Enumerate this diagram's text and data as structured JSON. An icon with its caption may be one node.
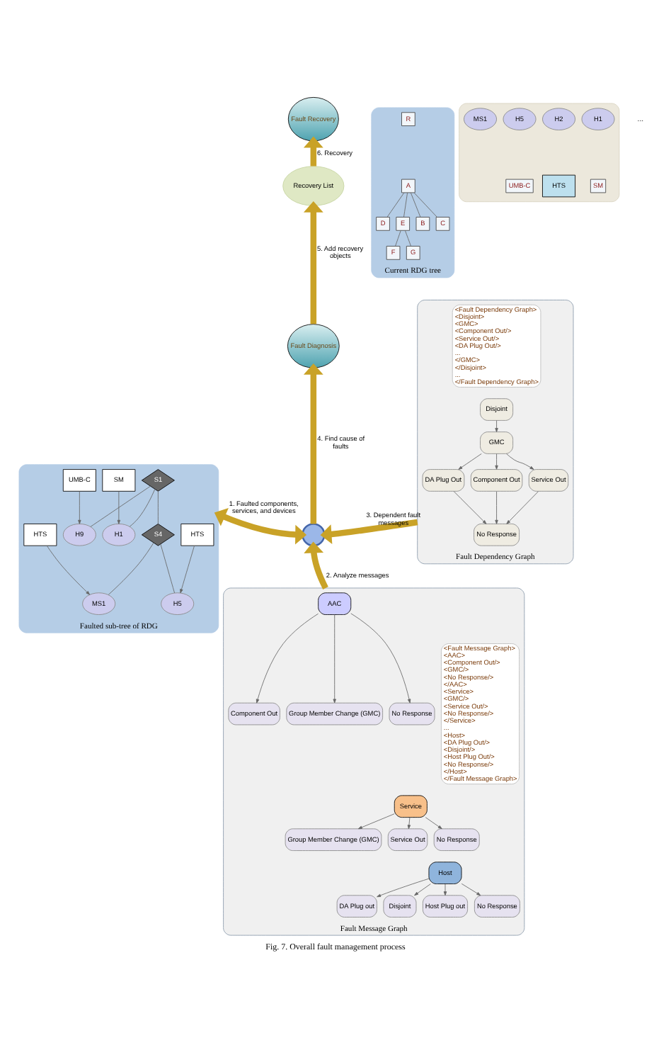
{
  "diagram": {
    "caption": "Fig. 7. Overall fault management process",
    "nodes": [
      {
        "text": [
          "Fault Recovery"
        ]
      },
      {
        "text": [
          "Current RDG tree"
        ]
      },
      {
        "text": [
          "R"
        ],
        "in": 1
      },
      {
        "text": [
          "A"
        ],
        "in": 1
      },
      {
        "text": [
          "B"
        ],
        "in": 1
      },
      {
        "text": [
          "C"
        ],
        "in": 1
      },
      {
        "text": [
          "D"
        ],
        "in": 1
      },
      {
        "text": [
          "E"
        ],
        "in": 1
      },
      {
        "text": [
          "F"
        ],
        "in": 1
      },
      {
        "text": [
          "G"
        ],
        "in": 1
      },
      {
        "text": [
          "Recovery List"
        ]
      },
      {
        "text": [],
        "shape": "box"
      },
      {
        "text": [
          "H1"
        ],
        "in": 11
      },
      {
        "text": [
          "H2"
        ],
        "in": 11
      },
      {
        "text": [
          "H5"
        ],
        "in": 11
      },
      {
        "text": [
          "MS1"
        ],
        "in": 11
      },
      {
        "text": [
          "SM"
        ],
        "in": 11
      },
      {
        "text": [
          "HTS"
        ],
        "in": 11
      },
      {
        "text": [
          "UMB-C"
        ],
        "in": 11
      },
      {
        "text": [
          "Fault Diagnosis"
        ]
      },
      {
        "text": [
          "Faulted sub-tree of RDG"
        ]
      },
      {
        "text": [
          "S1"
        ],
        "in": 20
      },
      {
        "text": [
          "H1"
        ],
        "in": 20
      },
      {
        "text": [
          "H9"
        ],
        "in": 20
      },
      {
        "text": [
          "S4"
        ],
        "in": 20
      },
      {
        "text": [
          "SM"
        ],
        "in": 20
      },
      {
        "text": [
          "UMB-C"
        ],
        "in": 20
      },
      {
        "text": [
          "H5"
        ],
        "in": 20
      },
      {
        "text": [
          "MS1"
        ],
        "in": 20
      },
      {
        "text": [
          "HTS"
        ],
        "in": 20
      },
      {
        "text": [
          "HTS"
        ],
        "in": 20
      },
      {
        "text": [],
        "shape": "magnifier"
      },
      {
        "text": [
          "Fault Dependency Graph"
        ]
      },
      {
        "text": [
          "<Fault Dependency Graph>",
          "<Disjoint>",
          "<GMC>",
          "<Component Out/>",
          "<Service Out/>",
          "<DA Plug Out/>",
          "...",
          "</GMC>",
          "</Disjoint>",
          "...",
          "</Fault Dependency Graph>"
        ],
        "in": 32
      },
      {
        "text": [
          "Disjoint"
        ],
        "in": 32
      },
      {
        "text": [
          "GMC"
        ],
        "in": 32
      },
      {
        "text": [
          "Component Out"
        ],
        "in": 32
      },
      {
        "text": [
          "Service Out"
        ],
        "in": 32
      },
      {
        "text": [
          "DA Plug Out"
        ],
        "in": 32
      },
      {
        "text": [
          "No Response"
        ],
        "in": 32
      },
      {
        "text": [
          "Fault Message Graph"
        ]
      },
      {
        "text": [
          "AAC"
        ],
        "in": 40
      },
      {
        "text": [
          "Component Out"
        ],
        "in": 40
      },
      {
        "text": [
          "Group Member Change (GMC)"
        ],
        "in": 40
      },
      {
        "text": [
          "No Response"
        ],
        "in": 40
      },
      {
        "text": [
          "Service"
        ],
        "in": 40
      },
      {
        "text": [
          "Group Member Change (GMC)"
        ],
        "in": 40
      },
      {
        "text": [
          "Service Out"
        ],
        "in": 40
      },
      {
        "text": [
          "No Response"
        ],
        "in": 40
      },
      {
        "text": [
          "Host"
        ],
        "in": 40
      },
      {
        "text": [
          "DA Plug out"
        ],
        "in": 40
      },
      {
        "text": [
          "Disjoint"
        ],
        "in": 40
      },
      {
        "text": [
          "Host Plug out"
        ],
        "in": 40
      },
      {
        "text": [
          "No Response"
        ],
        "in": 40
      },
      {
        "text": [
          "<Fault Message Graph>",
          "<AAC>",
          "<Component Out/>",
          "<GMC/>",
          "<No Response/>",
          "</AAC>",
          "<Service>",
          "<GMC/>",
          "<Service Out/>",
          "<No Response/>",
          "</Service>",
          "...",
          "<Host>",
          "<DA Plug Out/>",
          "<Disjoint/>",
          "<Host Plug Out/>",
          "<No Response/>",
          "</Host>",
          "</Fault Message Graph>"
        ],
        "in": 40
      }
    ],
    "edges": [
      {
        "from": 10,
        "to": 0,
        "arrow": "to",
        "label": "6. Recovery",
        "style": "thick",
        "color": "#c9a227"
      },
      {
        "from": 3,
        "to": 4,
        "arrow": "none"
      },
      {
        "from": 3,
        "to": 5,
        "arrow": "none"
      },
      {
        "from": 3,
        "to": 6,
        "arrow": "none"
      },
      {
        "from": 3,
        "to": 7,
        "arrow": "none"
      },
      {
        "from": 7,
        "to": 8,
        "arrow": "none"
      },
      {
        "from": 7,
        "to": 9,
        "arrow": "none"
      },
      {
        "from": 19,
        "to": 10,
        "arrow": "to",
        "label": "5. Add recovery objects",
        "style": "thick",
        "color": "#c9a227"
      },
      {
        "from": 31,
        "to": 19,
        "arrow": "to",
        "label": "4. Find cause of faults",
        "style": "thick",
        "color": "#c9a227"
      },
      {
        "from": 21,
        "to": 22,
        "arrow": "none"
      },
      {
        "from": 21,
        "to": 23,
        "arrow": "none"
      },
      {
        "from": 21,
        "to": 24,
        "arrow": "none"
      },
      {
        "from": 25,
        "to": 22,
        "arrow": "to"
      },
      {
        "from": 26,
        "to": 23,
        "arrow": "to"
      },
      {
        "from": 24,
        "to": 27,
        "arrow": "none"
      },
      {
        "from": 24,
        "to": 28,
        "arrow": "none"
      },
      {
        "from": 29,
        "to": 27,
        "arrow": "to"
      },
      {
        "from": 30,
        "to": 28,
        "arrow": "to"
      },
      {
        "from": 31,
        "to": 20,
        "arrow": "both",
        "label": "1. Faulted components, services, and devices",
        "style": "thick",
        "color": "#c9a227"
      },
      {
        "from": 32,
        "to": 31,
        "arrow": "to",
        "label": "3. Dependent fault messages",
        "style": "thick",
        "color": "#c9a227"
      },
      {
        "from": 34,
        "to": 35,
        "arrow": "to"
      },
      {
        "from": 35,
        "to": 36,
        "arrow": "to"
      },
      {
        "from": 35,
        "to": 37,
        "arrow": "to"
      },
      {
        "from": 35,
        "to": 38,
        "arrow": "to"
      },
      {
        "from": 36,
        "to": 39,
        "arrow": "to"
      },
      {
        "from": 37,
        "to": 39,
        "arrow": "to"
      },
      {
        "from": 38,
        "to": 39,
        "arrow": "to"
      },
      {
        "from": 40,
        "to": 31,
        "arrow": "to",
        "label": "2. Analyze messages",
        "style": "thick",
        "color": "#c9a227"
      },
      {
        "from": 41,
        "to": 42,
        "arrow": "to"
      },
      {
        "from": 41,
        "to": 43,
        "arrow": "to"
      },
      {
        "from": 41,
        "to": 44,
        "arrow": "to"
      },
      {
        "from": 45,
        "to": 46,
        "arrow": "to"
      },
      {
        "from": 45,
        "to": 47,
        "arrow": "to"
      },
      {
        "from": 45,
        "to": 48,
        "arrow": "to"
      },
      {
        "from": 49,
        "to": 50,
        "arrow": "to"
      },
      {
        "from": 49,
        "to": 51,
        "arrow": "to"
      },
      {
        "from": 49,
        "to": 52,
        "arrow": "to"
      },
      {
        "from": 49,
        "to": 53,
        "arrow": "to"
      }
    ],
    "labels": [
      "..."
    ]
  }
}
